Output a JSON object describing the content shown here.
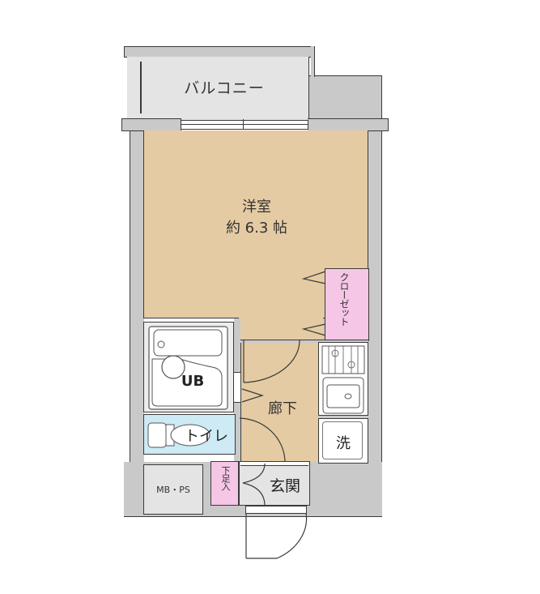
{
  "floorplan": {
    "balcony": {
      "label": "バルコニー"
    },
    "main_room": {
      "type": "洋室",
      "size": "約 6.3 帖"
    },
    "closet": {
      "label": "クローゼット"
    },
    "bath": {
      "label": "UB"
    },
    "toilet": {
      "label": "トイレ"
    },
    "hallway": {
      "label": "廊下"
    },
    "laundry": {
      "label": "洗"
    },
    "entrance": {
      "label": "玄関"
    },
    "shoe_box": {
      "label": "下足入"
    },
    "meter_box": {
      "label": "MB・PS"
    }
  },
  "colors": {
    "wall": "#c9c9c9",
    "room": "#e5cba3",
    "balcony": "#e4e4e4",
    "closet": "#f6c6e6",
    "toilet": "#cdeaf5",
    "line": "#3a3a3a"
  }
}
